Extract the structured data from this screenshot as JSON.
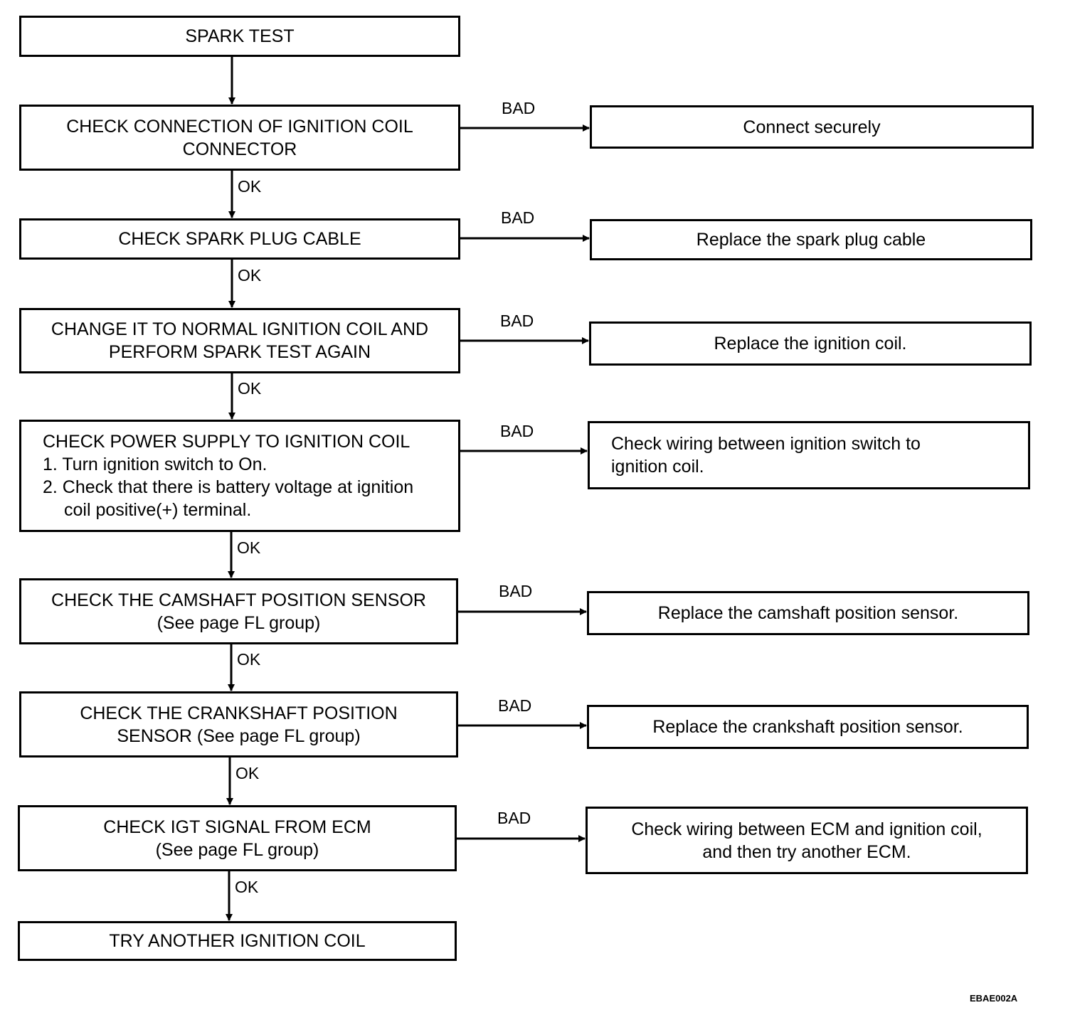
{
  "steps": [
    {
      "lines": [
        "SPARK TEST"
      ]
    },
    {
      "lines": [
        "CHECK CONNECTION OF IGNITION COIL",
        "CONNECTOR"
      ]
    },
    {
      "lines": [
        "CHECK SPARK PLUG CABLE"
      ]
    },
    {
      "lines": [
        "CHANGE IT TO NORMAL IGNITION COIL AND",
        "PERFORM SPARK TEST AGAIN"
      ]
    },
    {
      "lines": [
        "CHECK POWER SUPPLY TO IGNITION COIL",
        "1. Turn ignition switch to On.",
        "2. Check that there is battery voltage at ignition",
        "coil positive(+) terminal."
      ]
    },
    {
      "lines": [
        "CHECK THE CAMSHAFT POSITION SENSOR",
        "(See page FL group)"
      ]
    },
    {
      "lines": [
        "CHECK THE CRANKSHAFT POSITION",
        "SENSOR (See page FL group)"
      ]
    },
    {
      "lines": [
        "CHECK IGT SIGNAL FROM ECM",
        "(See page FL group)"
      ]
    },
    {
      "lines": [
        "TRY ANOTHER IGNITION COIL"
      ]
    }
  ],
  "actions": [
    {
      "lines": [
        "Connect securely"
      ]
    },
    {
      "lines": [
        "Replace the spark plug cable"
      ]
    },
    {
      "lines": [
        "Replace the ignition coil."
      ]
    },
    {
      "lines": [
        "Check wiring between ignition switch to",
        "ignition coil."
      ]
    },
    {
      "lines": [
        "Replace the camshaft position sensor."
      ]
    },
    {
      "lines": [
        "Replace the crankshaft position sensor."
      ]
    },
    {
      "lines": [
        "Check wiring between ECM and ignition coil,",
        "and then try another ECM."
      ]
    }
  ],
  "labels": {
    "ok": "OK",
    "bad": "BAD"
  },
  "figure_code": "EBAE002A"
}
